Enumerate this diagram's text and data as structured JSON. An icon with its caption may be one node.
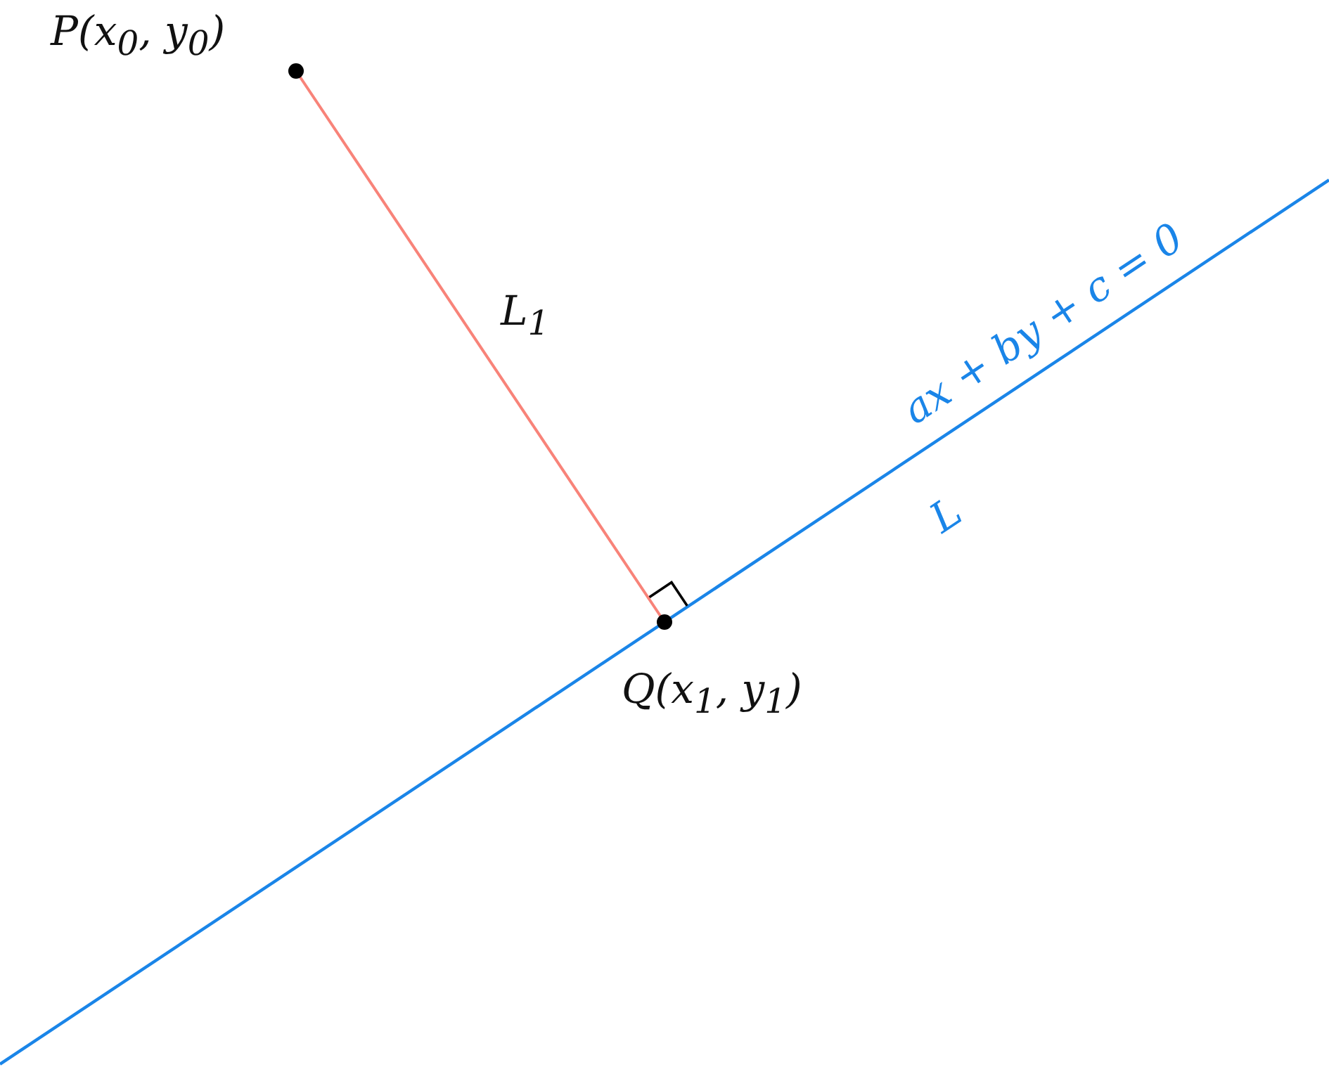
{
  "diagram": {
    "nodes": [
      {
        "text": [
          "P(x$_{0}$, y$_{0}$)"
        ]
      },
      {
        "text": [
          "Q(x$_{1}$, y$_{1}$)"
        ]
      }
    ],
    "edges": [
      {
        "from": 0,
        "to": 1,
        "arrow": "none",
        "label": "L$_{1}$",
        "color": "#f88379"
      }
    ],
    "labels": [
      "ax + by + c = 0",
      "L"
    ]
  }
}
